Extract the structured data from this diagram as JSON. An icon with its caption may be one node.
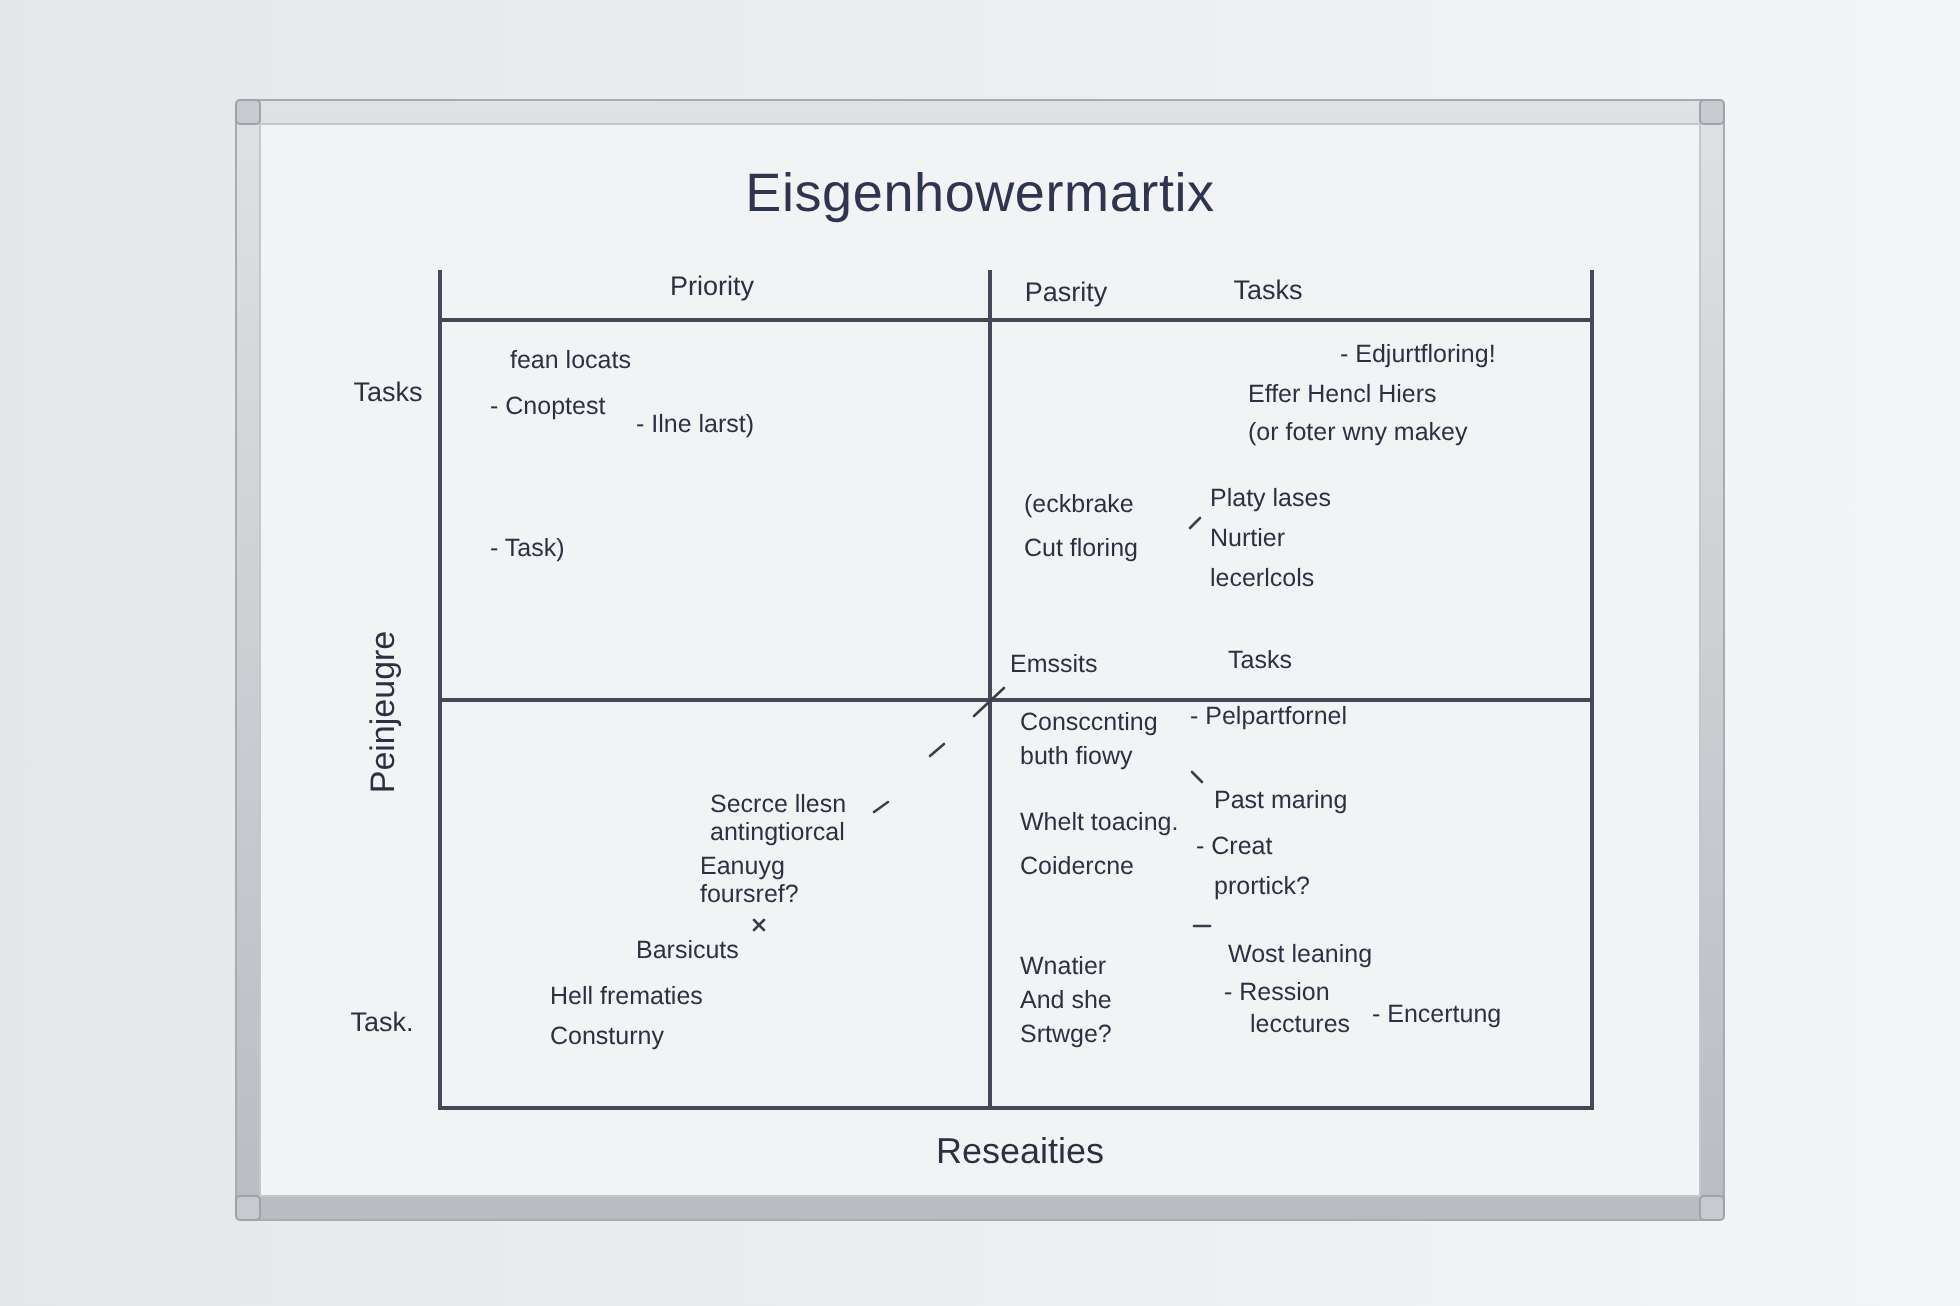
{
  "diagram": {
    "title": "Eisgenhowermartix",
    "nodes": [
      {
        "text": [
          "fean locats",
          "- Cnoptest",
          "- Ilne larst)",
          "- Task)"
        ]
      },
      {
        "text": [
          "- Edjurtfloring!",
          "Effer Hencl Hiers (or foter wny makey",
          "(eckbrake Cut floring",
          "Platy lases Nurtier lecerlcols",
          "Emssits",
          "Tasks"
        ]
      },
      {
        "text": [
          "Secrce llesn antingtiorcal",
          "Eanuyg foursref?",
          "Barsicuts",
          "Hell frematies Consturny"
        ]
      },
      {
        "text": [
          "Consccnting buth fiowy",
          "- Pelpartfornel",
          "Past maring",
          "Whelt toacing.",
          "Coidercne",
          "- Creat prortick?",
          "Wnatier And she Srtwge?",
          "Wost leaning",
          "- Ression lecctures",
          "- Encertung"
        ]
      }
    ],
    "labels": [
      "Priority",
      "Pasrity",
      "Tasks",
      "Tasks",
      "Peinjeugre",
      "Task.",
      "Reseaities"
    ]
  }
}
